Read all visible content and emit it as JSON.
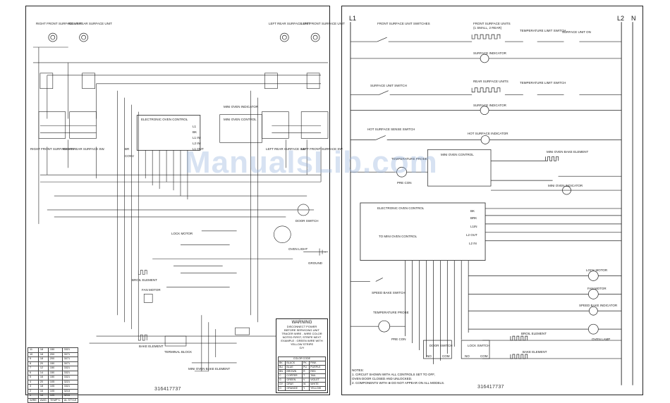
{
  "left": {
    "part_number": "316417737",
    "labels": {
      "rf_element": "RIGHT FRONT SURFACE UNIT",
      "rr_element": "RIGHT REAR SURFACE UNIT",
      "lr_element": "LEFT REAR SURFACE UNIT",
      "lf_element": "LEFT FRONT SURFACE UNIT",
      "rf_switch": "RIGHT FRONT SURFACE SW.",
      "rr_switch": "RIGHT REAR SURFACE SW.",
      "lr_switch": "LEFT REAR SURFACE SW.",
      "lf_switch": "LEFT FRONT SURFACE SW.",
      "eoc": "ELECTRONIC OVEN CONTROL",
      "mini_oven_control": "MINI OVEN CONTROL",
      "mini_oven_indicator": "MINI OVEN INDICATOR",
      "door_switch": "DOOR SWITCH",
      "lock_motor": "LOCK MOTOR",
      "oven_light": "OVEN LIGHT",
      "bake_element": "BAKE ELEMENT",
      "broil_element": "BROIL ELEMENT",
      "fan_motor": "FAN MOTOR",
      "terminal_block": "TERMINAL BLOCK",
      "ground": "GROUND",
      "mini_oven_bake": "MINI OVEN BAKE ELEMENT",
      "eoc_terms": [
        "L1",
        "BK",
        "L1 IN",
        "L2 IN",
        "L1 OUT",
        "BR",
        "CONV"
      ]
    },
    "warning": {
      "title": "WARNING",
      "lines": [
        "DISCONNECT POWER",
        "BEFORE SERVICING UNIT",
        "TRACER WIRE - WIRE COLOR",
        "NOTED FIRST, STRIPE NEXT",
        "EXAMPLE : GREEN WIRE WITH",
        "YELLOW STRIPE",
        "G/Y"
      ],
      "color_header": "COLOR CODE",
      "colors": [
        [
          "BK",
          "BLACK",
          "PK",
          "PINK"
        ],
        [
          "BU",
          "BLUE",
          "PU",
          "PURPLE"
        ],
        [
          "BN",
          "BROWN",
          "R",
          "RED"
        ],
        [
          "C",
          "COPPER",
          "T",
          "TAN"
        ],
        [
          "G",
          "GREEN",
          "V",
          "VIOLET"
        ],
        [
          "GY",
          "GRAY",
          "W",
          "WHITE"
        ],
        [
          "O",
          "ORANGE",
          "Y",
          "YELLOW"
        ]
      ]
    },
    "gauge_table": {
      "rows": [
        [
          "11",
          "18",
          "150",
          "3321"
        ],
        [
          "10",
          "18",
          "200",
          "3071"
        ],
        [
          "9",
          "18",
          "200",
          "3071"
        ],
        [
          "8",
          "20",
          "150",
          "3071"
        ],
        [
          "7",
          "12",
          "150",
          "3321"
        ],
        [
          "6",
          "14",
          "150",
          "3321"
        ],
        [
          "5",
          "16",
          "150",
          "3321"
        ],
        [
          "4",
          "20",
          "105",
          "3221"
        ],
        [
          "3",
          "18",
          "105",
          "3321"
        ],
        [
          "2",
          "16",
          "105",
          "3213"
        ],
        [
          "1",
          "18",
          "105",
          "3215"
        ]
      ],
      "footer": [
        "WIRE",
        "AWG",
        "TEMP°C",
        "UL STYLE"
      ]
    }
  },
  "right": {
    "part_number": "316417737",
    "rails": {
      "l1": "L1",
      "l2": "L2",
      "n": "N"
    },
    "labels": {
      "front_surface_switch": "FRONT SURFACE UNIT SWITCHES",
      "front_surface_units": "FRONT SURFACE UNITS",
      "front_surface_units_sub": "(1 SMALL, 2 REAR)",
      "temp_limit_switch": "TEMPERATURE LIMIT SWITCH",
      "surface_unit_on": "SURFACE UNIT ON",
      "surface_indicator": "SURFACE INDICATOR",
      "rear_surface_units": "REAR SURFACE UNITS",
      "surface_unit_switch": "SURFACE UNIT SWITCH",
      "hot_surface_sense": "HOT SURFACE SENSE SWITCH",
      "hot_surface_indicator": "HOT SURFACE INDICATOR",
      "mini_oven_control": "MINI OVEN CONTROL",
      "temperature_probe": "TEMPERATURE PROBE",
      "pre_con": "PRE CON",
      "mini_oven_bake": "MINI OVEN BAKE ELEMENT",
      "mini_oven_indicator": "MINI OVEN INDICATOR",
      "eoc": "ELECTRONIC OVEN CONTROL",
      "to_mini_oven_control": "TO MINI OVEN CONTROL",
      "speed_bake_switch": "SPEED BAKE SWITCH",
      "lock_motor": "LOCK MOTOR",
      "fan_motor": "FAN MOTOR",
      "speed_bake_indicator": "SPEED BAKE INDICATOR",
      "oven_lamp": "OVEN LAMP",
      "broil_element": "BROIL ELEMENT",
      "bake_element": "BAKE ELEMENT",
      "door_switch": "DOOR SWITCH",
      "lock_switch": "LOCK SWITCH",
      "no": "NO",
      "com": "COM",
      "eoc_terms": [
        "BK",
        "BRK",
        "L1IN",
        "L2 OUT",
        "L2 IN"
      ]
    },
    "notes": {
      "title": "NOTES:",
      "items": [
        "1.  CIRCUIT SHOWN WITH ALL CONTROLS SET TO OFF,",
        "     OVEN DOOR CLOSED AND UNLOCKED.",
        "2.  COMPONENTS WITH ⊗ DO NOT APPEAR ON ALL MODELS."
      ]
    }
  },
  "watermark": "ManualsLib.com"
}
